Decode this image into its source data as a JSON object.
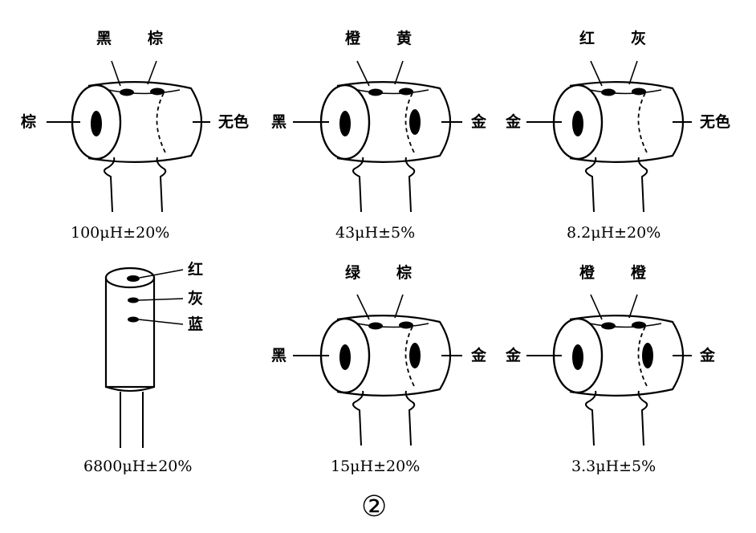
{
  "figure_number": "②",
  "inductors": [
    {
      "top_left": "黑",
      "top_right": "棕",
      "side_left": "棕",
      "side_right": "无色",
      "value": "100μH±20%"
    },
    {
      "top_left": "橙",
      "top_right": "黄",
      "side_left": "黑",
      "side_right": "金",
      "value": "43μH±5%"
    },
    {
      "top_left": "红",
      "top_right": "灰",
      "side_left": "金",
      "side_right": "无色",
      "value": "8.2μH±20%"
    },
    {
      "band1": "红",
      "band2": "灰",
      "band3": "蓝",
      "value": "6800μH±20%"
    },
    {
      "top_left": "绿",
      "top_right": "棕",
      "side_left": "黑",
      "side_right": "金",
      "value": "15μH±20%"
    },
    {
      "top_left": "橙",
      "top_right": "橙",
      "side_left": "金",
      "side_right": "金",
      "value": "3.3μH±5%"
    }
  ]
}
